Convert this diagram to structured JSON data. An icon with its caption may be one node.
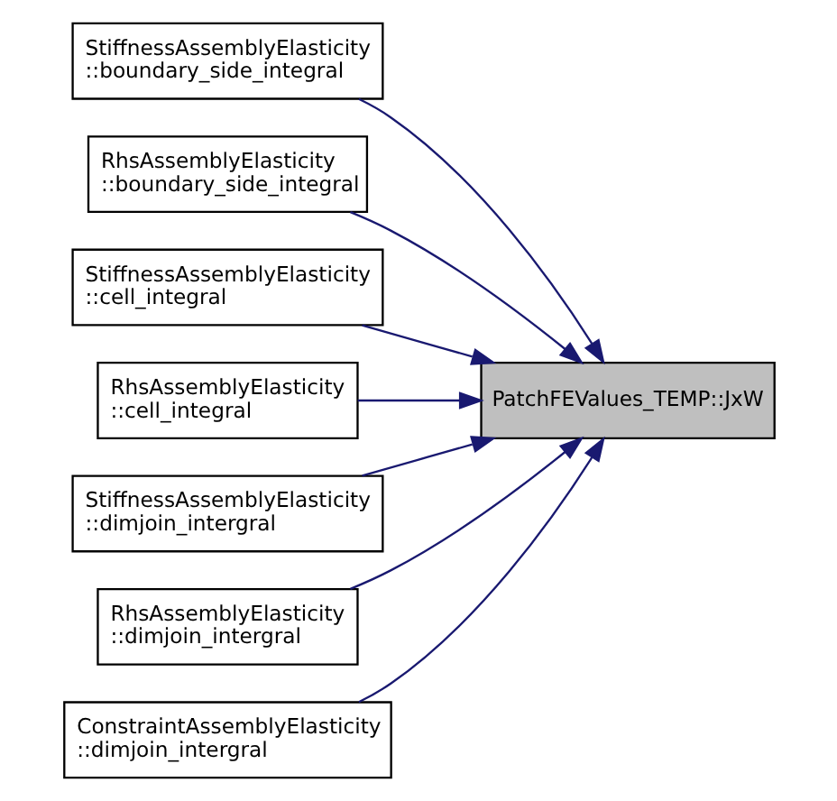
{
  "diagram": {
    "nodes": [
      {
        "text": [
          "PatchFEValues_TEMP::JxW"
        ]
      },
      {
        "text": [
          "StiffnessAssemblyElasticity ::boundary_side_integral"
        ]
      },
      {
        "text": [
          "RhsAssemblyElasticity ::boundary_side_integral"
        ]
      },
      {
        "text": [
          "StiffnessAssemblyElasticity ::cell_integral"
        ]
      },
      {
        "text": [
          "RhsAssemblyElasticity ::cell_integral"
        ]
      },
      {
        "text": [
          "StiffnessAssemblyElasticity ::dimjoin_intergral"
        ]
      },
      {
        "text": [
          "RhsAssemblyElasticity ::dimjoin_intergral"
        ]
      },
      {
        "text": [
          "ConstraintAssemblyElasticity ::dimjoin_intergral"
        ]
      }
    ],
    "edges": [
      {
        "from": 1,
        "to": 0,
        "arrow": "to"
      },
      {
        "from": 2,
        "to": 0,
        "arrow": "to"
      },
      {
        "from": 3,
        "to": 0,
        "arrow": "to"
      },
      {
        "from": 4,
        "to": 0,
        "arrow": "to"
      },
      {
        "from": 5,
        "to": 0,
        "arrow": "to"
      },
      {
        "from": 6,
        "to": 0,
        "arrow": "to"
      },
      {
        "from": 7,
        "to": 0,
        "arrow": "to"
      }
    ]
  }
}
